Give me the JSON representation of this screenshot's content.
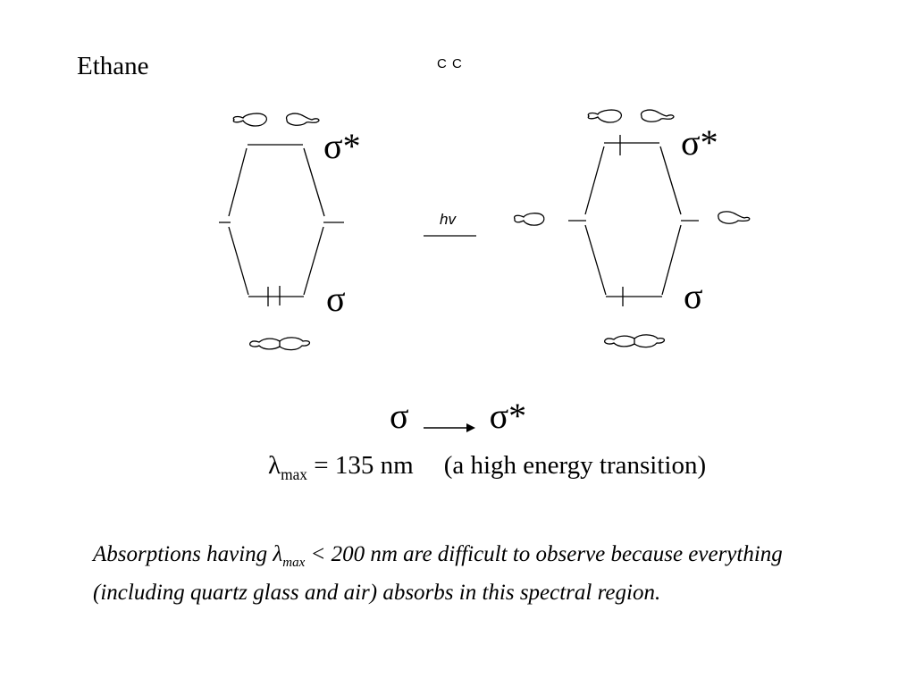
{
  "slide": {
    "title": "Ethane",
    "atoms_label": "C C",
    "hv_label": "hv",
    "ground_state": {
      "antibonding_label": "σ*",
      "bonding_label": "σ"
    },
    "excited_state": {
      "antibonding_label": "σ*",
      "bonding_label": "σ"
    },
    "transition": {
      "from": "σ",
      "to": "σ*"
    },
    "lambda_line": {
      "symbol": "λ",
      "subscript": "max",
      "value_text": " = 135 nm",
      "description": "(a high energy transition)"
    },
    "note": {
      "part1": "Absorptions having ",
      "lambda": "λ",
      "subscript": "max",
      "part2": " < 200 nm are difficult to observe because everything (including quartz glass and air) absorbs in this spectral region."
    }
  }
}
